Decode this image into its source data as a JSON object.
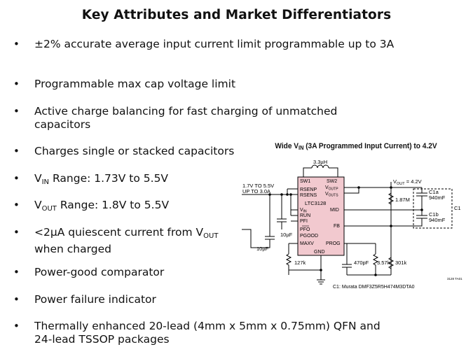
{
  "slide": {
    "title": "Key Attributes and Market Differentiators",
    "bullet_marker": "•",
    "bullets": [
      {
        "text": "±2% accurate average input current limit programmable up to 3A"
      },
      {
        "text": "Programmable max cap voltage limit"
      },
      {
        "text": "Active charge balancing for fast charging of unmatched capacitors"
      },
      {
        "text": "Charges single or stacked capacitors"
      },
      {
        "pre": "V",
        "sub": "IN",
        "post": " Range: 1.73V to 5.5V"
      },
      {
        "pre": "V",
        "sub": "OUT",
        "post": " Range: 1.8V to 5.5V"
      },
      {
        "pre": "<2µA quiescent current from V",
        "sub": "OUT",
        "post": " when charged"
      },
      {
        "text": "Power-good comparator"
      },
      {
        "text": "Power failure indicator"
      },
      {
        "text": "Thermally enhanced 20-lead (4mm x 5mm x 0.75mm) QFN and 24-lead TSSOP packages"
      }
    ]
  },
  "circuit": {
    "title_pre": "Wide V",
    "title_sub": "IN",
    "title_post": " (3A Programmed Input Current) to 4.2V",
    "chip": {
      "name": "LTC3128",
      "fill": "#f2c9cf",
      "pins_left": [
        "SW1",
        "RSENP",
        "RSENS",
        "V",
        "RUN",
        "PFI",
        "PFO",
        "PGOOD",
        "MAXV"
      ],
      "vin_sub": "IN",
      "pins_right": [
        "SW2",
        "V",
        "V",
        "MID",
        "FB",
        "PROG"
      ],
      "voutp_sub": "OUTP",
      "vouts_sub": "OUTS",
      "gnd": "GND"
    },
    "inductor": "3.3µH",
    "input_line1": "1.7V TO 5.5V",
    "input_line2": "UP TO 3.0A",
    "cap_input": "10µF",
    "cap_inner": "10µF",
    "r_left": "127k",
    "vout_pre": "V",
    "vout_sub": "OUT",
    "vout_post": " = 4.2V",
    "r_top": "1.87M",
    "c1a": "C1a",
    "c1a_val": "940mF",
    "c1b": "C1b",
    "c1b_val": "940mF",
    "c1": "C1",
    "cap_prog": "470pF",
    "r_prog": "3.57k",
    "r_bottom": "301k",
    "footnote": "C1: Murata DMF3Z5R5H474M3DTA0",
    "fig_id": "3128 TA01"
  }
}
